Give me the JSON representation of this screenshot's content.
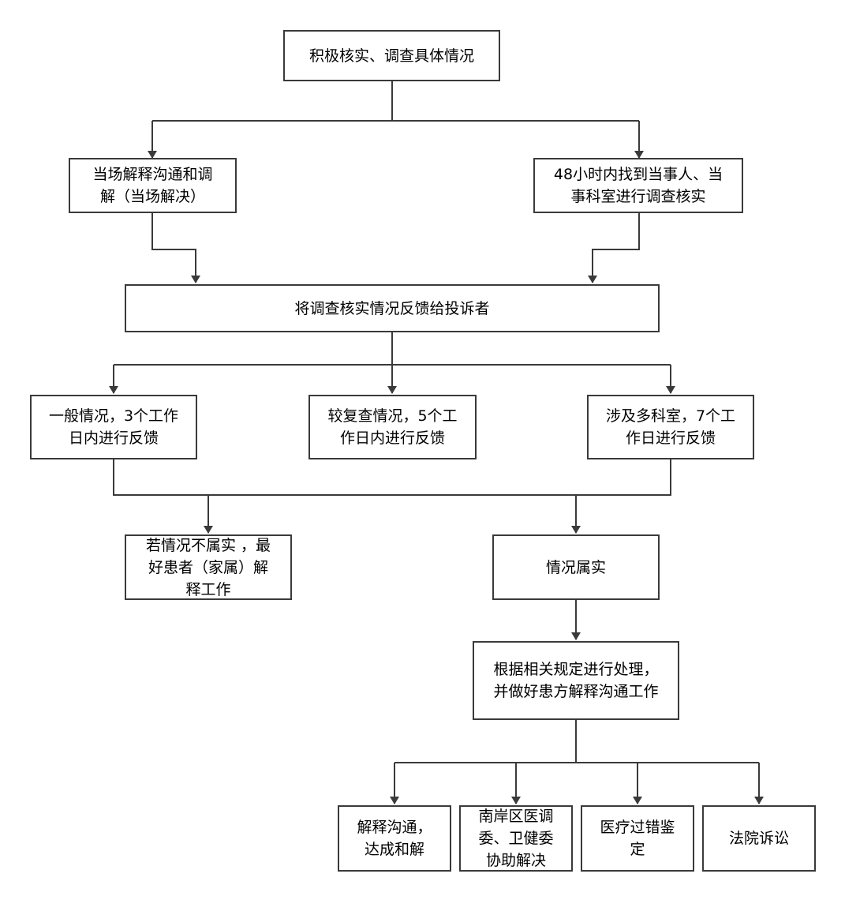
{
  "flowchart": {
    "nodes": {
      "verify": "积极核实、调查具体情况",
      "onsite": "当场解释沟通和调\n解（当场解决）",
      "within48h": "48小时内找到当事人、当\n事科室进行调查核实",
      "feedback": "将调查核实情况反馈给投诉者",
      "general": "一般情况，3个工作\n日内进行反馈",
      "complex": "较复查情况，5个工\n作日内进行反馈",
      "multidept": "涉及多科室，7个工\n作日进行反馈",
      "not_true": "若情况不属实 ，最\n好患者（家属）解\n释工作",
      "true": "情况属实",
      "handle": "根据相关规定进行处理，\n并做好患方解释沟通工作",
      "reconcile": "解释沟通，\n达成和解",
      "mediation": "南岸区医调\n委、卫健委\n协助解决",
      "appraisal": "医疗过错鉴\n定",
      "court": "法院诉讼"
    }
  },
  "colors": {
    "line": "#3a3a3a",
    "box_border": "#3a3a3a",
    "background": "#ffffff"
  }
}
